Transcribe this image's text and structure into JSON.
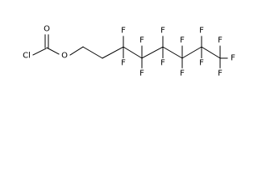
{
  "molecule": {
    "colors": {
      "bond": "#000000",
      "text": "#000000",
      "background": "#ffffff"
    },
    "labels": {
      "cl": "Cl",
      "o_carbonyl": "O",
      "o_ester": "O",
      "f_c3_up": "F",
      "f_c3_down": "F",
      "f_c4_up": "F",
      "f_c4_down": "F",
      "f_c5_up": "F",
      "f_c5_down": "F",
      "f_c6_up": "F",
      "f_c6_down": "F",
      "f_c7_up": "F",
      "f_c7_down": "F",
      "f_c8_up": "F",
      "f_c8_right": "F",
      "f_c8_down": "F"
    }
  }
}
